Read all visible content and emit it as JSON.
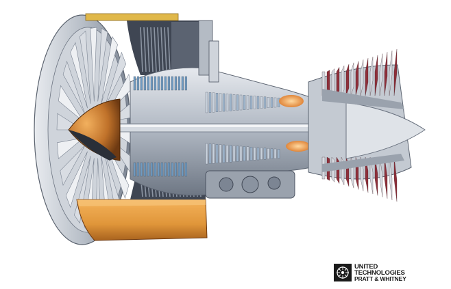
{
  "logo": {
    "line1": "UNITED",
    "line2": "TECHNOLOGIES",
    "line3": "PRATT & WHITNEY"
  },
  "colors": {
    "fan_blade": "#d9dde3",
    "casing_outer": "#b8bfc8",
    "casing_dark": "#4b5361",
    "nacelle_copper": "#e0963a",
    "spinner_copper": "#c0722a",
    "compressor_blue": "#6f9bc2",
    "turbine_red": "#8e2f3a",
    "combustor_glow": "#f0a85a",
    "steel": "#aeb6c1",
    "logo_black": "#1a1a1a"
  },
  "icons": {
    "logo_mark": "pratt-whitney-eagle-icon"
  }
}
